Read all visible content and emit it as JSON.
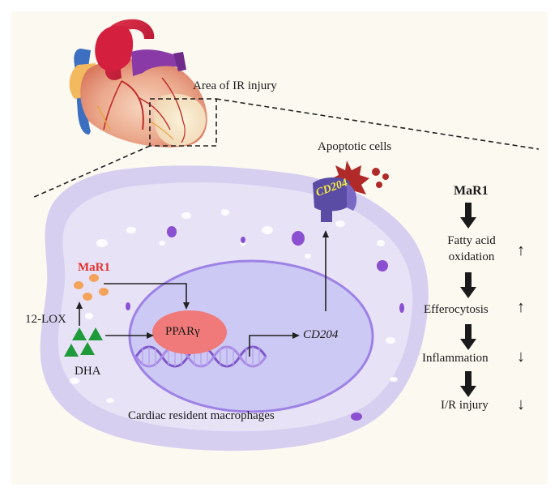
{
  "labels": {
    "area": "Area of IR injury",
    "apoptotic": "Apoptotic cells",
    "cd204_receptor": "CD204",
    "mar1_left": "MaR1",
    "lox": "12-LOX",
    "dha": "DHA",
    "ppar": "PPARγ",
    "cd204_gene": "CD204",
    "macrophage": "Cardiac resident macrophages"
  },
  "pathway": {
    "title": "MaR1",
    "steps": [
      {
        "label": "Fatty acid\noxidation",
        "arrow": "↑"
      },
      {
        "label": "Efferocytosis",
        "arrow": "↑"
      },
      {
        "label": "Inflammation",
        "arrow": "↓"
      },
      {
        "label": "I/R injury",
        "arrow": "↓"
      }
    ]
  },
  "colors": {
    "cell_outer": "#d7cff0",
    "cell_inner": "#e8e2f7",
    "nucleus": "#ccc9f4",
    "nucleus_border": "#9d82e6",
    "ppar_fill": "#f07a7a",
    "mar1_text": "#e0302a",
    "mar1_dots": "#f4a35a",
    "dha_triangles": "#1f9a3a",
    "receptor": "#5a4ba4",
    "receptor_text": "#f6ee3a",
    "apoptotic": "#b02a2a",
    "vesicle": "#8b4fd1"
  }
}
